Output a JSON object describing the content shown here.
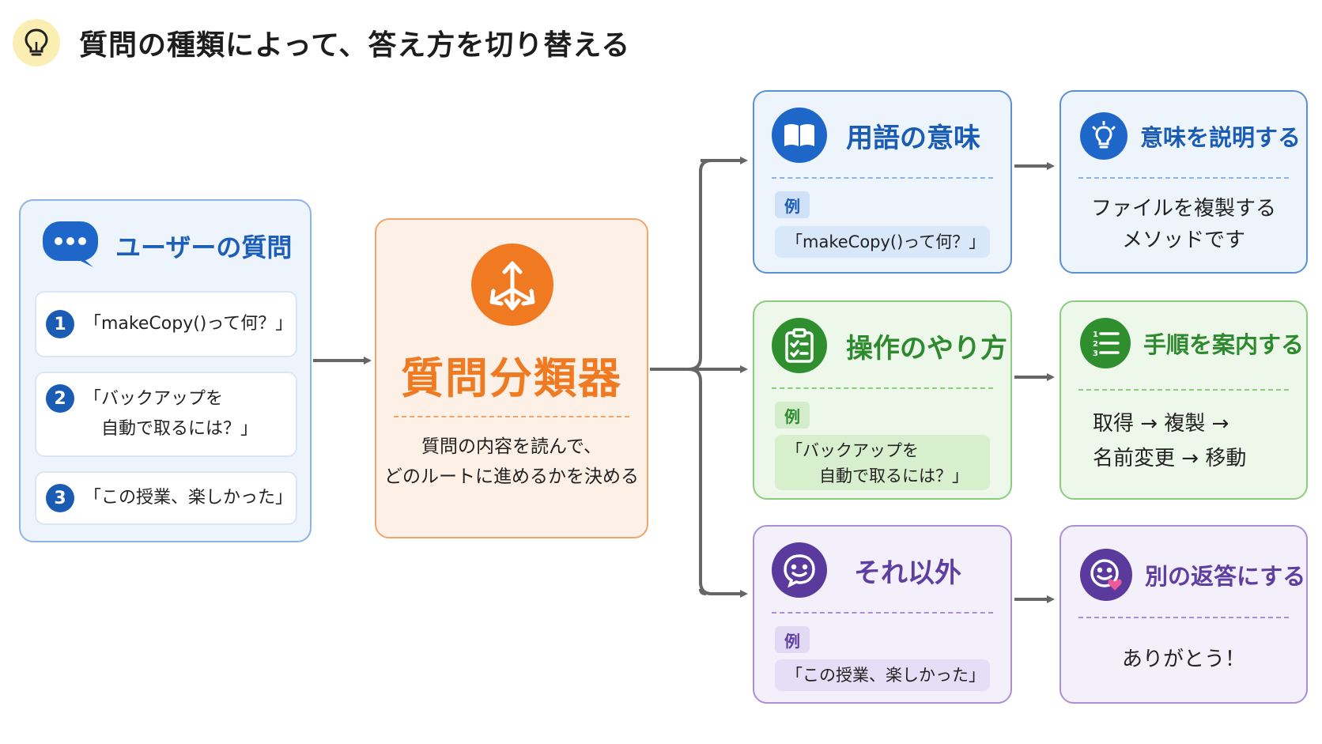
{
  "title": "質問の種類によって、答え方を切り替える",
  "user": {
    "heading": "ユーザーの質問",
    "questions": [
      {
        "num": "1",
        "text": "「makeCopy()って何？」"
      },
      {
        "num": "2",
        "text": "「バックアップを\n　自動で取るには？」"
      },
      {
        "num": "3",
        "text": "「この授業、楽しかった」"
      }
    ]
  },
  "classifier": {
    "title": "質問分類器",
    "desc_line1": "質問の内容を読んで、",
    "desc_line2": "どのルートに進めるかを決める"
  },
  "routes": [
    {
      "category": "用語の意味",
      "example_tag": "例",
      "example": "「makeCopy()って何？」",
      "result": "意味を説明する",
      "result_body": "ファイルを複製する\nメソッドです",
      "icon": "book-icon",
      "result_icon": "lightbulb-icon",
      "color": "#1a5cb4"
    },
    {
      "category": "操作のやり方",
      "example_tag": "例",
      "example": "「バックアップを\n　　自動で取るには？」",
      "result": "手順を案内する",
      "result_body": "取得 → 複製 →\n名前変更 → 移動",
      "icon": "clipboard-checklist-icon",
      "result_icon": "numbered-list-icon",
      "color": "#3a9a3a"
    },
    {
      "category": "それ以外",
      "example_tag": "例",
      "example": "「この授業、楽しかった」",
      "result": "別の返答にする",
      "result_body": "ありがとう！",
      "icon": "smiley-icon",
      "result_icon": "smiley-heart-icon",
      "color": "#5e3fa0"
    }
  ]
}
